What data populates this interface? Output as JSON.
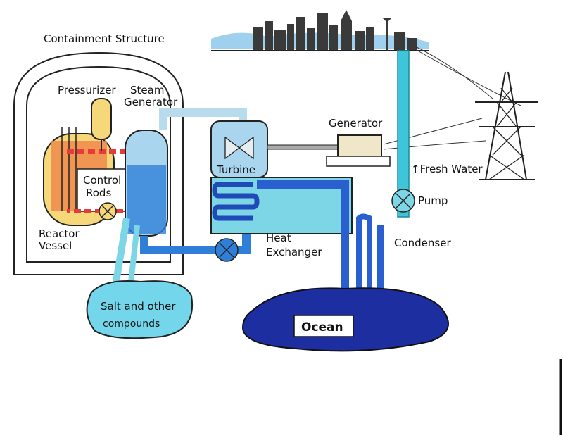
{
  "labels": {
    "containment": "Containment Structure",
    "pressurizer": "Pressurizer",
    "steam_gen_1": "Steam",
    "steam_gen_2": "Generator",
    "control_rods_1": "Control",
    "control_rods_2": "Rods",
    "reactor_1": "Reactor",
    "reactor_2": "Vessel",
    "generator": "Generator",
    "turbine": "Turbine",
    "fresh_water": "↑Fresh Water",
    "pump": "Pump",
    "heat_ex_1": "Heat",
    "heat_ex_2": "Exchanger",
    "condenser": "Condenser",
    "salt_1": "Salt and other",
    "salt_2": "compounds",
    "ocean": "Ocean"
  },
  "colors": {
    "reactor_fill": "#f6d77a",
    "reactor_core": "#f08a4b",
    "hot_loop": "#e83a3a",
    "steam": "#a9d6ee",
    "water_blue": "#2f7fd8",
    "light_water": "#7dd6e6",
    "ocean": "#1d2fa0",
    "salt": "#74d6ea",
    "city": "#3a3a3a"
  }
}
